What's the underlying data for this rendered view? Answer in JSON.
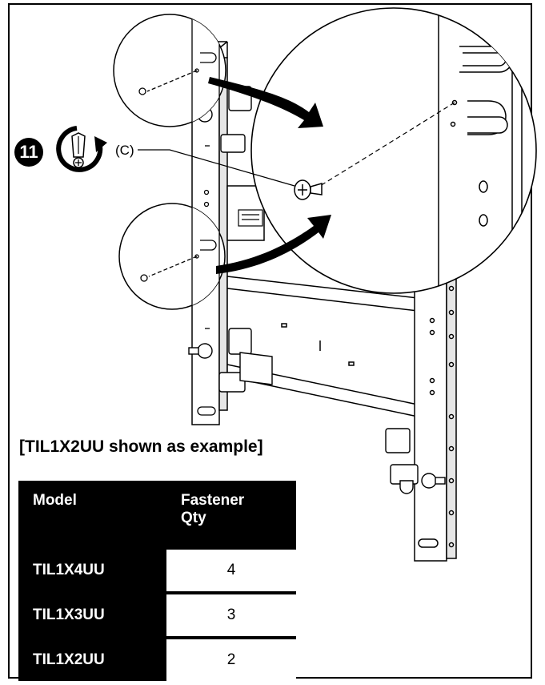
{
  "illustration": {
    "step_number": "11",
    "callout_label": "(C)",
    "icons": [
      "screwdriver-clockwise-icon",
      "screw-icon",
      "mounting-bracket-icon"
    ]
  },
  "caption": "[TIL1X2UU shown as example]",
  "table": {
    "headers": [
      "Model",
      "Fastener\nQty"
    ],
    "header_model": "Model",
    "header_qty_line1": "Fastener",
    "header_qty_line2": "Qty",
    "rows": [
      {
        "model": "TIL1X4UU",
        "qty": "4"
      },
      {
        "model": "TIL1X3UU",
        "qty": "3"
      },
      {
        "model": "TIL1X2UU",
        "qty": "2"
      }
    ]
  }
}
